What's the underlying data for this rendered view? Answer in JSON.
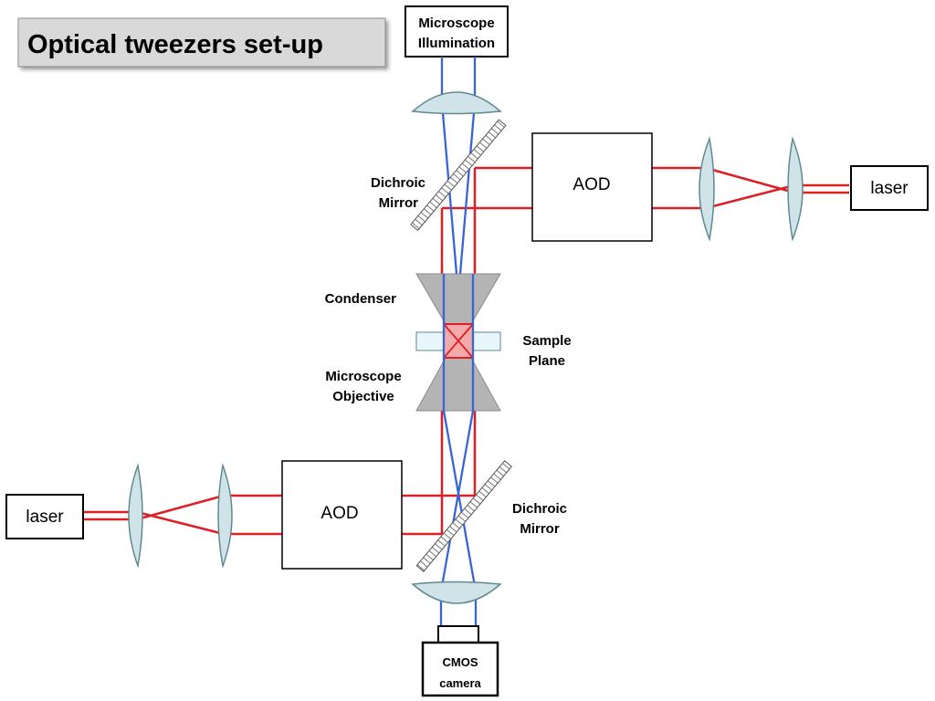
{
  "title": "Optical tweezers set-up",
  "labels": {
    "microscope_illumination_line1": "Microscope",
    "microscope_illumination_line2": "Illumination",
    "laser_right": "laser",
    "laser_left": "laser",
    "aod_top": "AOD",
    "aod_bottom": "AOD",
    "dichroic_top_line1": "Dichroic",
    "dichroic_top_line2": "Mirror",
    "dichroic_bottom_line1": "Dichroic",
    "dichroic_bottom_line2": "Mirror",
    "condenser": "Condenser",
    "sample_plane_line1": "Sample",
    "sample_plane_line2": "Plane",
    "objective_line1": "Microscope",
    "objective_line2": "Objective",
    "cmos_line1": "CMOS",
    "cmos_line2": "camera"
  },
  "colors": {
    "laser_beam": "#dd1f26",
    "illumination_beam": "#3a63d6",
    "lens_fill": "#cfe3e8",
    "lens_stroke": "#5f8a91",
    "optics_grey": "#b4b4b4",
    "sample_plane_fill": "#e6f6fb",
    "focus_fill": "#f4a9aa",
    "title_bg": "#d9d9d9"
  },
  "icons": {
    "lens": "lens-shape",
    "mirror": "hatched-mirror-shape",
    "camera": "camera-box-shape"
  }
}
